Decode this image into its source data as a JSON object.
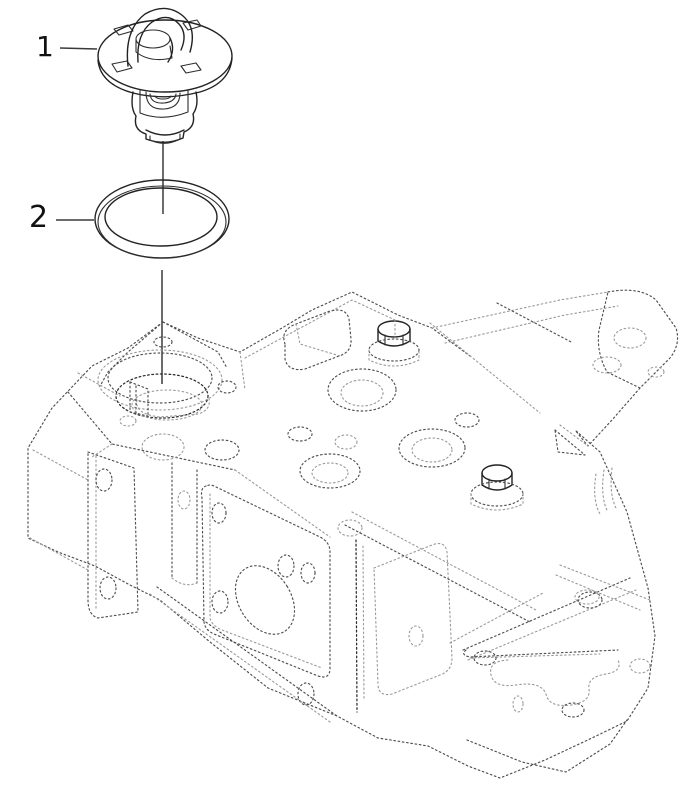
{
  "page": {
    "background_color": "#ffffff",
    "ink_color": "#222222",
    "hidden_line_color": "#4f4f4f",
    "hidden_line_light_color": "#999999"
  },
  "diagram": {
    "kind": "exploded-parts-line-drawing",
    "callouts": [
      {
        "label": "1"
      },
      {
        "label": "2"
      }
    ]
  }
}
